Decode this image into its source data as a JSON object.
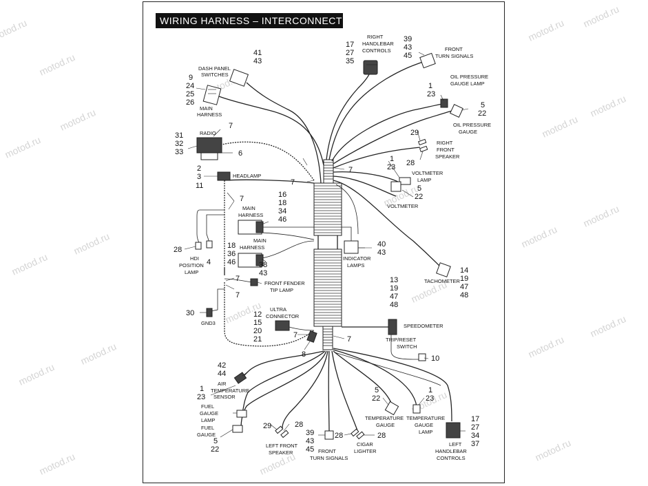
{
  "title": "WIRING HARNESS - INTERCONNECT",
  "watermark": "motod.ru",
  "callouts": {
    "dash_panel": {
      "nums": [
        "41",
        "43"
      ],
      "label": [
        "DASH PANEL",
        "SWITCHES"
      ]
    },
    "main_harness_top": {
      "nums": [
        "9",
        "24",
        "25",
        "26"
      ],
      "label": [
        "MAIN",
        "HARNESS"
      ]
    },
    "right_handlebar": {
      "nums": [
        "17",
        "27",
        "35"
      ],
      "label": [
        "RIGHT",
        "HANDLEBAR",
        "CONTROLS"
      ]
    },
    "front_turn_top": {
      "nums": [
        "39",
        "43",
        "45"
      ],
      "label": [
        "FRONT",
        "TURN SIGNALS"
      ]
    },
    "oil_lamp": {
      "nums": [
        "1",
        "23"
      ],
      "label": [
        "OIL PRESSURE",
        "GAUGE LAMP"
      ]
    },
    "oil_gauge": {
      "nums": [
        "5",
        "22"
      ],
      "label": [
        "OIL PRESSURE",
        "GAUGE"
      ]
    },
    "radio": {
      "nums": [
        "31",
        "32",
        "33"
      ],
      "label": [
        "RADIO"
      ],
      "n7": "7",
      "n6": "6"
    },
    "right_speaker": {
      "nums": [
        "29",
        "28"
      ],
      "label": [
        "RIGHT",
        "FRONT",
        "SPEAKER"
      ]
    },
    "headlamp": {
      "nums": [
        "2",
        "3",
        "11"
      ],
      "label": [
        "HEADLAMP"
      ]
    },
    "voltmeter_lamp": {
      "nums": [
        "1",
        "23"
      ],
      "label": [
        "VOLTMETER",
        "LAMP"
      ]
    },
    "voltmeter": {
      "nums": [
        "5",
        "22"
      ],
      "label": [
        "VOLTMETER"
      ]
    },
    "main_harness_mid": {
      "nums": [
        "16",
        "18",
        "34",
        "46"
      ],
      "label": [
        "MAIN",
        "HARNESS"
      ]
    },
    "main_harness_low": {
      "nums": [
        "18",
        "36",
        "46"
      ],
      "label": [
        "MAIN",
        "HARNESS"
      ]
    },
    "hdi_lamp": {
      "nums": [
        "28",
        "4"
      ],
      "label": [
        "HDI",
        "POSITION",
        "LAMP"
      ]
    },
    "indicator": {
      "nums": [
        "40",
        "43"
      ],
      "label": [
        "INDICATOR",
        "LAMPS"
      ]
    },
    "fender_tip": {
      "nums": [
        "38",
        "43"
      ],
      "label": [
        "FRONT FENDER",
        "TIP LAMP"
      ]
    },
    "tachometer": {
      "nums": [
        "14",
        "19",
        "47",
        "48"
      ],
      "label": [
        "TACHOMETER"
      ]
    },
    "gnd3": {
      "nums": [
        "30"
      ],
      "label": [
        "GND3"
      ]
    },
    "ultra": {
      "nums": [
        "12",
        "15",
        "20",
        "21"
      ],
      "label": [
        "ULTRA",
        "CONNECTOR"
      ]
    },
    "speedometer": {
      "nums": [
        "13",
        "19",
        "47",
        "48"
      ],
      "label": [
        "SPEEDOMETER"
      ]
    },
    "trip_reset": {
      "nums": [
        "10"
      ],
      "label": [
        "TRIP/RESET",
        "SWITCH"
      ]
    },
    "misc_nums": {
      "n7a": "7",
      "n7b": "7",
      "n7c": "7",
      "n7d": "7",
      "n7e": "7",
      "n7f": "7",
      "n7g": "7",
      "n7h": "7",
      "n8": "8"
    },
    "air_temp": {
      "nums": [
        "42",
        "44"
      ],
      "label": [
        "AIR",
        "TEMPERATURE",
        "SENSOR"
      ]
    },
    "fuel_lamp": {
      "nums": [
        "1",
        "23"
      ],
      "label": [
        "FUEL",
        "GAUGE",
        "LAMP"
      ]
    },
    "fuel_gauge": {
      "nums": [
        "5",
        "22"
      ],
      "label": [
        "FUEL",
        "GAUGE"
      ]
    },
    "temp_gauge": {
      "nums": [
        "5",
        "22"
      ],
      "label": [
        "TEMPERATURE",
        "GAUGE"
      ]
    },
    "temp_lamp": {
      "nums": [
        "1",
        "23"
      ],
      "label": [
        "TEMPERATURE",
        "GAUGE",
        "LAMP"
      ]
    },
    "left_speaker": {
      "nums": [
        "29",
        "28"
      ],
      "label": [
        "LEFT FRONT",
        "SPEAKER"
      ]
    },
    "front_turn_bottom": {
      "nums": [
        "39",
        "43",
        "45"
      ],
      "label": [
        "FRONT",
        "TURN SIGNALS"
      ]
    },
    "cigar": {
      "nums": [
        "28"
      ],
      "label": [
        "CIGAR",
        "LIGHTER"
      ]
    },
    "left_handlebar": {
      "nums": [
        "17",
        "27",
        "34",
        "37"
      ],
      "label": [
        "LEFT",
        "HANDLEBAR",
        "CONTROLS"
      ]
    }
  }
}
